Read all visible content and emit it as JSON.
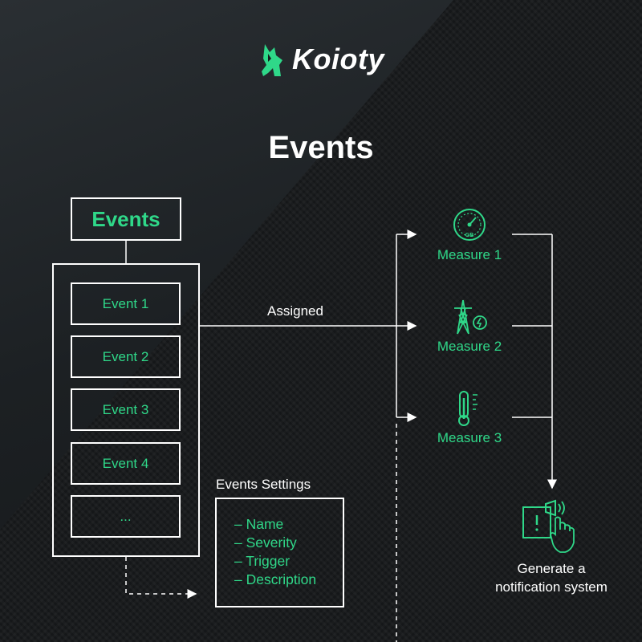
{
  "brand": {
    "name": "Koioty",
    "logo_icon": "koioty-coyote-icon"
  },
  "page_title": "Events",
  "events_header": "Events",
  "events": [
    "Event 1",
    "Event 2",
    "Event 3",
    "Event 4",
    "..."
  ],
  "settings": {
    "title": "Events Settings",
    "items": [
      "– Name",
      "– Severity",
      "– Trigger",
      "– Description"
    ]
  },
  "assigned_label": "Assigned",
  "measures": [
    {
      "label": "Measure 1",
      "icon": "gauge-icon",
      "icon_text": "GB"
    },
    {
      "label": "Measure 2",
      "icon": "power-tower-icon"
    },
    {
      "label": "Measure 3",
      "icon": "thermometer-icon"
    }
  ],
  "notification": {
    "line1": "Generate a",
    "line2": "notification system",
    "icon": "alarm-hand-icon"
  },
  "colors": {
    "accent": "#2fd889",
    "text": "#ffffff",
    "background": "#17191b"
  }
}
